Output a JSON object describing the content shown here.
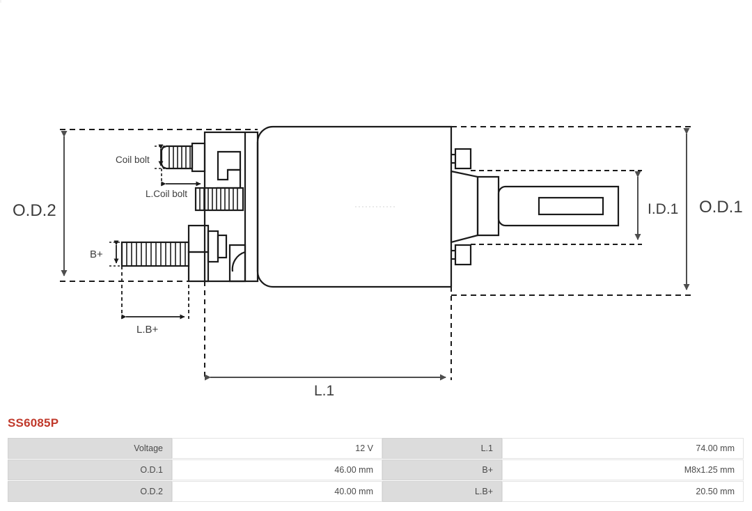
{
  "part": {
    "number": "SS6085P"
  },
  "diagram": {
    "labels": {
      "od2": "O.D.2",
      "od1": "O.D.1",
      "id1": "I.D.1",
      "coil_bolt": "Coil bolt",
      "l_coil_bolt": "L.Coil bolt",
      "b_plus": "B+",
      "l_b_plus": "L.B+",
      "l1": "L.1"
    },
    "colors": {
      "line": "#1a1a1a",
      "dimension": "#4d4d4d",
      "label": "#3c3c3c"
    }
  },
  "spec_table": {
    "rows": [
      {
        "k1": "Voltage",
        "v1": "12 V",
        "k2": "L.1",
        "v2": "74.00 mm"
      },
      {
        "k1": "O.D.1",
        "v1": "46.00 mm",
        "k2": "B+",
        "v2": "M8x1.25 mm"
      },
      {
        "k1": "O.D.2",
        "v1": "40.00 mm",
        "k2": "L.B+",
        "v2": "20.50 mm"
      }
    ]
  }
}
